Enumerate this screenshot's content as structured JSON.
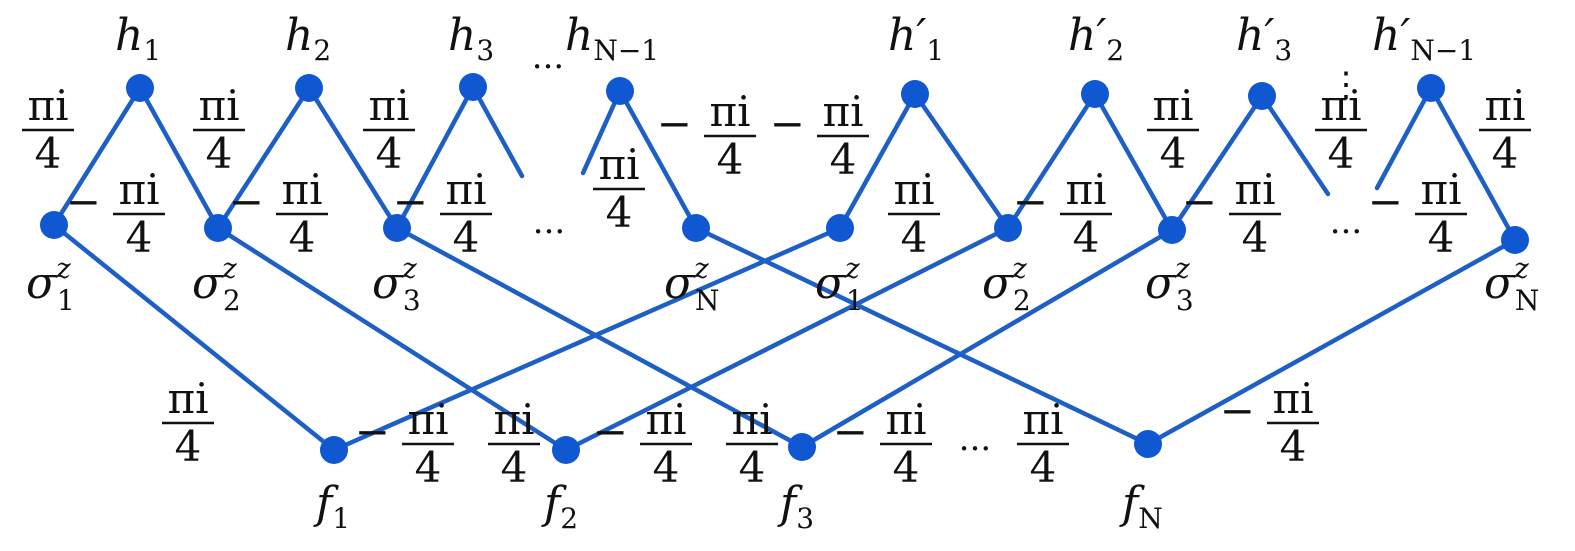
{
  "colors": {
    "edge": "#1d5fc4",
    "node": "#0f58d2",
    "text": "#111111"
  },
  "text": {
    "h": "h",
    "sigma": "σ",
    "z": "z",
    "f": "f",
    "prime": "′",
    "frac_num": "πi",
    "frac_den": "4",
    "minus": "−",
    "ellipsis": "···",
    "ellipsis_v": "⋮"
  },
  "subscripts": {
    "one": "1",
    "two": "2",
    "three": "3",
    "N": "N",
    "N_minus_1": "N−1"
  },
  "nodes": {
    "top": [
      "h_1",
      "h_2",
      "h_3",
      "h_{N-1}",
      "h'_1",
      "h'_2",
      "h'_3",
      "h'_{N-1}"
    ],
    "middle": [
      "σ^z_1",
      "σ^z_2",
      "σ^z_3",
      "σ^z_N",
      "σ^z_1",
      "σ^z_2",
      "σ^z_3",
      "σ^z_N"
    ],
    "bottom": [
      "f_1",
      "f_2",
      "f_3",
      "f_N"
    ]
  },
  "edge_weight_labels": [
    "πi/4",
    "−πi/4",
    "πi/4",
    "−πi/4",
    "πi/4",
    "−πi/4",
    "πi/4",
    "−πi/4",
    "−πi/4",
    "πi/4",
    "−πi/4",
    "πi/4",
    "−πi/4",
    "πi/4",
    "−πi/4",
    "πi/4",
    "πi/4",
    "−πi/4",
    "πi/4",
    "−πi/4",
    "πi/4",
    "−πi/4",
    "πi/4",
    "−πi/4"
  ]
}
